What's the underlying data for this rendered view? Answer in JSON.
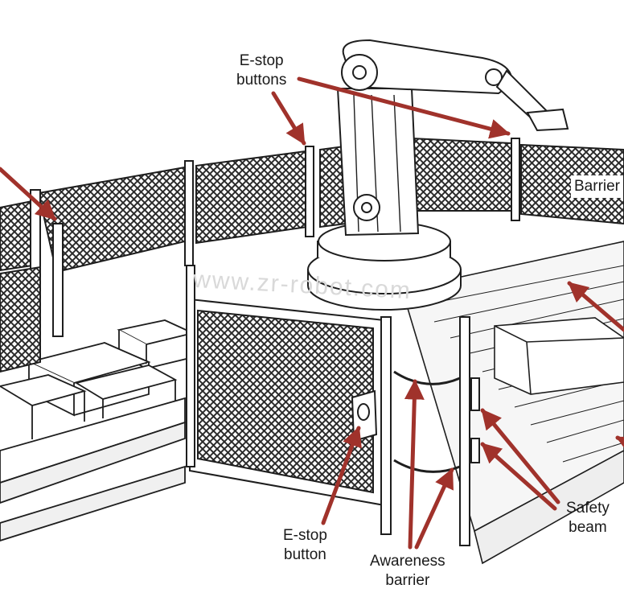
{
  "labels": {
    "estop_buttons": [
      "E-stop",
      "buttons"
    ],
    "barrier": "Barrier",
    "estop_button": [
      "E-stop",
      "button"
    ],
    "awareness_barrier": [
      "Awareness",
      "barrier"
    ],
    "safety_beam": [
      "Safety",
      "beam"
    ]
  },
  "watermark": "www.zr-robot.com",
  "colors": {
    "arrow": "#a0322b",
    "line": "#1e1e1e",
    "mesh": "#2b2b2b",
    "paper": "#ffffff"
  }
}
